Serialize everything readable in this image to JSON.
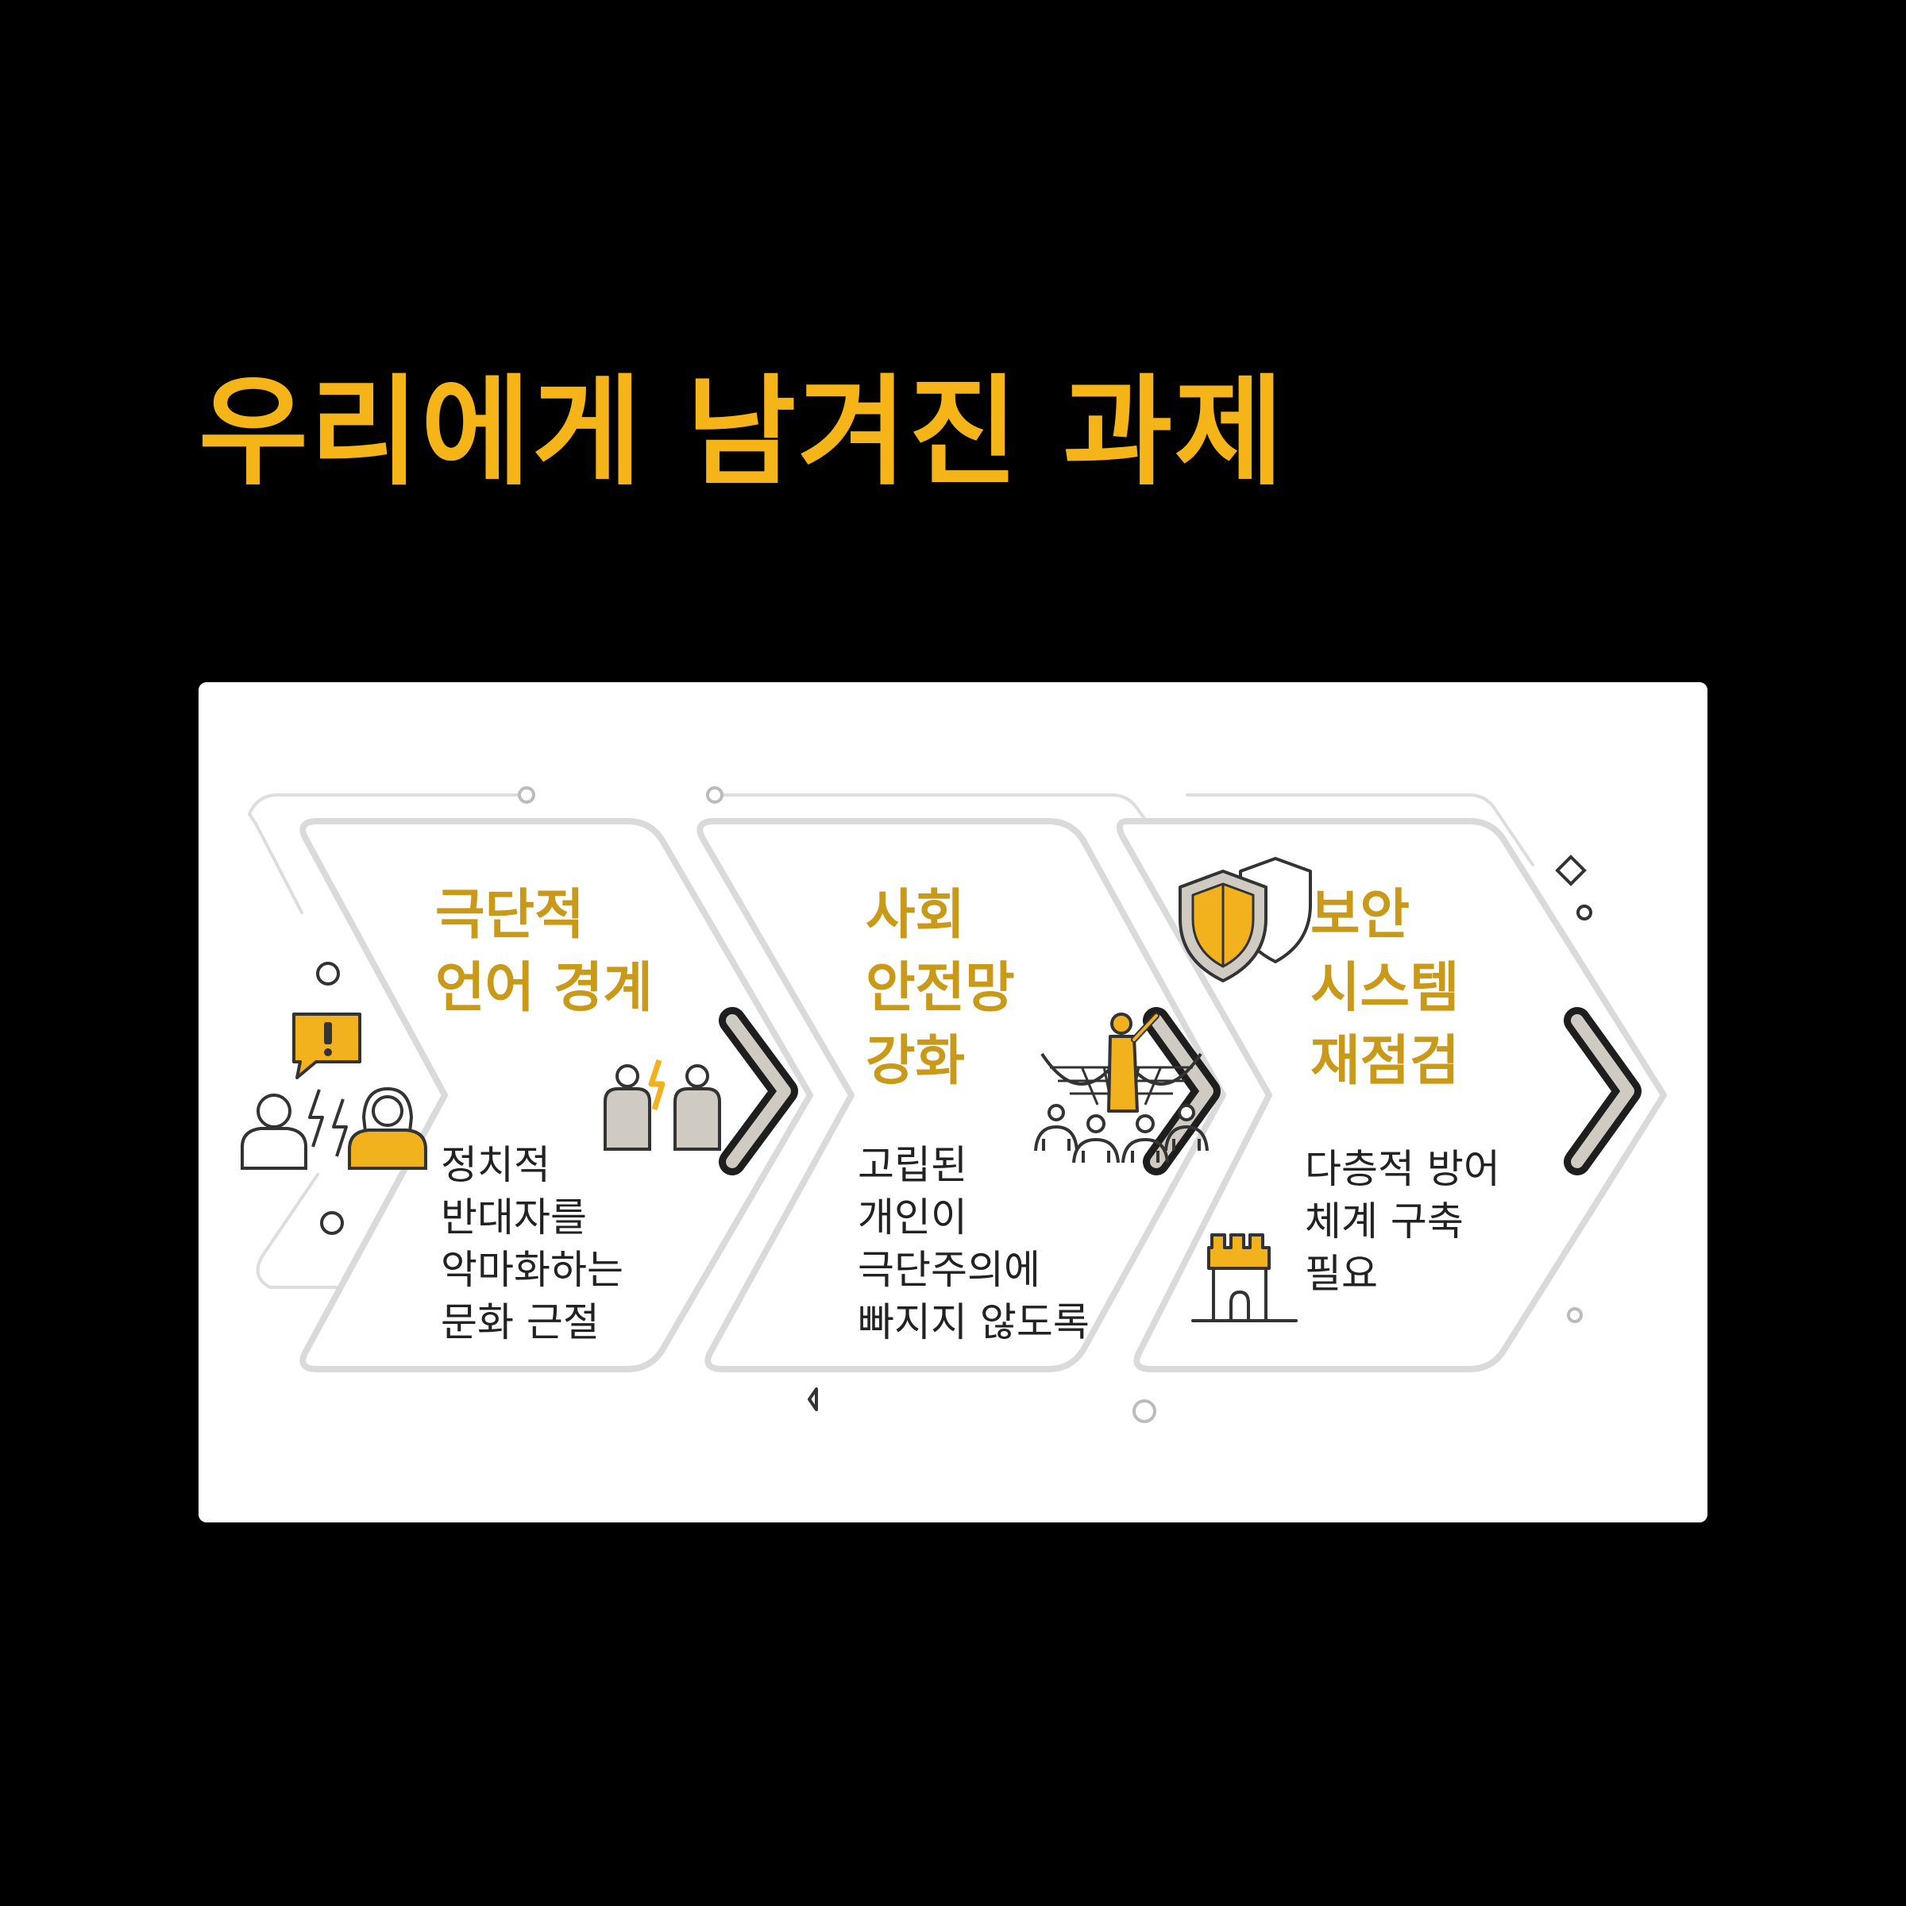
{
  "title": "우리에게 남겨진 과제",
  "colors": {
    "background": "#000000",
    "title": "#F5B418",
    "accent": "#F2B21D",
    "heading": "#C99A1A",
    "card": "#FFFFFF",
    "outline": "#D9D9D9"
  },
  "steps": [
    {
      "heading": [
        "극단적",
        "언어 경계"
      ],
      "description": [
        "정치적",
        "반대자를",
        "악마화하는",
        "문화 근절"
      ],
      "icons": [
        "alert-speech-icon",
        "arguing-people-icon",
        "conflict-people-icon"
      ]
    },
    {
      "heading": [
        "사회",
        "안전망",
        "강화"
      ],
      "description": [
        "고립된",
        "개인이",
        "극단주의에",
        "빠지지 않도록"
      ],
      "icons": [
        "safety-net-icon"
      ]
    },
    {
      "heading": [
        "보안",
        "시스템",
        "재점검"
      ],
      "description": [
        "다층적 방어",
        "체계 구축",
        "필요"
      ],
      "icons": [
        "shield-icon",
        "castle-icon"
      ]
    }
  ]
}
